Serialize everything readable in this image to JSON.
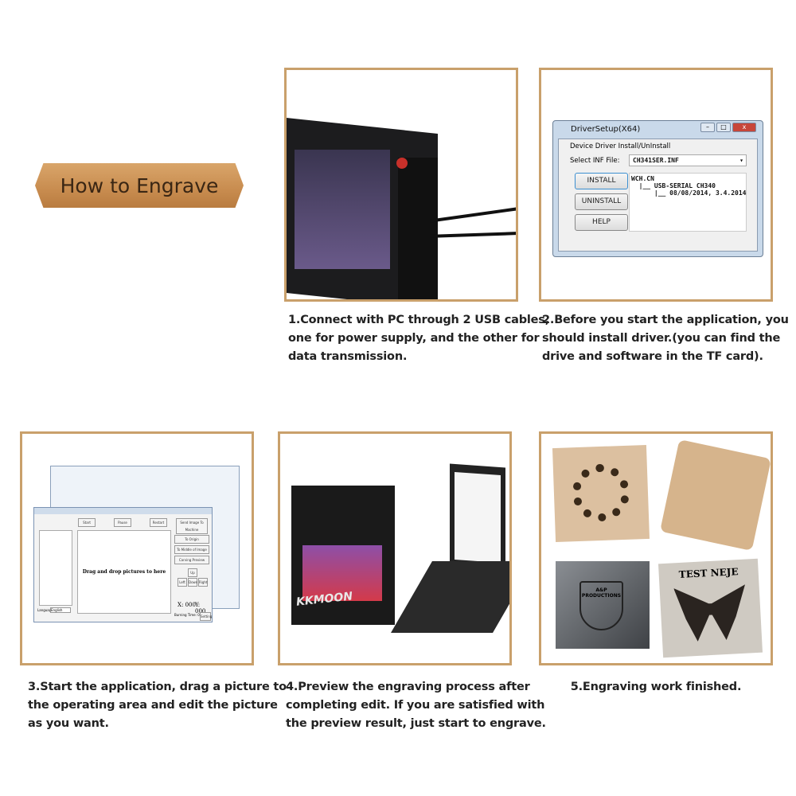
{
  "banner": {
    "title": "How to Engrave"
  },
  "steps": [
    {
      "caption_lines": [
        "1.Connect with PC through 2 USB cables,",
        "one for power supply, and the other for",
        "data transmission."
      ]
    },
    {
      "caption_lines": [
        "2.Before you start the application, you",
        "should install driver.(you can find the",
        "drive and software in the TF card)."
      ]
    },
    {
      "caption_lines": [
        "3.Start the application, drag a picture to",
        "the operating area and edit the picture",
        "as you want."
      ]
    },
    {
      "caption_lines": [
        "4.Preview the engraving process after",
        "completing edit. If you are satisfied with",
        "the preview result, just start to engrave."
      ]
    },
    {
      "caption_lines": [
        "5.Engraving work finished."
      ]
    }
  ],
  "driver_window": {
    "title": "DriverSetup(X64)",
    "group_label": "Device Driver Install/UnInstall",
    "select_label": "Select INF File:",
    "select_value": "CH341SER.INF",
    "buttons": [
      "INSTALL",
      "UNINSTALL",
      "HELP"
    ],
    "info_lines": [
      "WCH.CN",
      "  |__ USB-SERIAL CH340",
      "      |__ 08/08/2014, 3.4.2014"
    ]
  },
  "software": {
    "buttons": [
      "Start",
      "Pause",
      "Restart",
      "Send Image To Machine"
    ],
    "location_buttons": [
      "To Origin",
      "To Middle of Image",
      "Carving Preview"
    ],
    "move_buttons": [
      "Up",
      "Left",
      "Down",
      "Right"
    ],
    "drop_hint": "Drag and drop pictures to here",
    "x_readout": "X: 000",
    "y_readout": "Y: 000",
    "burning_time": "Burning Time: 00",
    "setting": "Setting",
    "language_label": "Language:",
    "language_value": "English"
  },
  "laser_brand": "KKMOON",
  "samples": {
    "badge_text": "A&P PRODUCTIONS",
    "plate_text": "TEST NEJE"
  },
  "colors": {
    "border": "#c9a06b",
    "wood": "#c88c4f"
  }
}
